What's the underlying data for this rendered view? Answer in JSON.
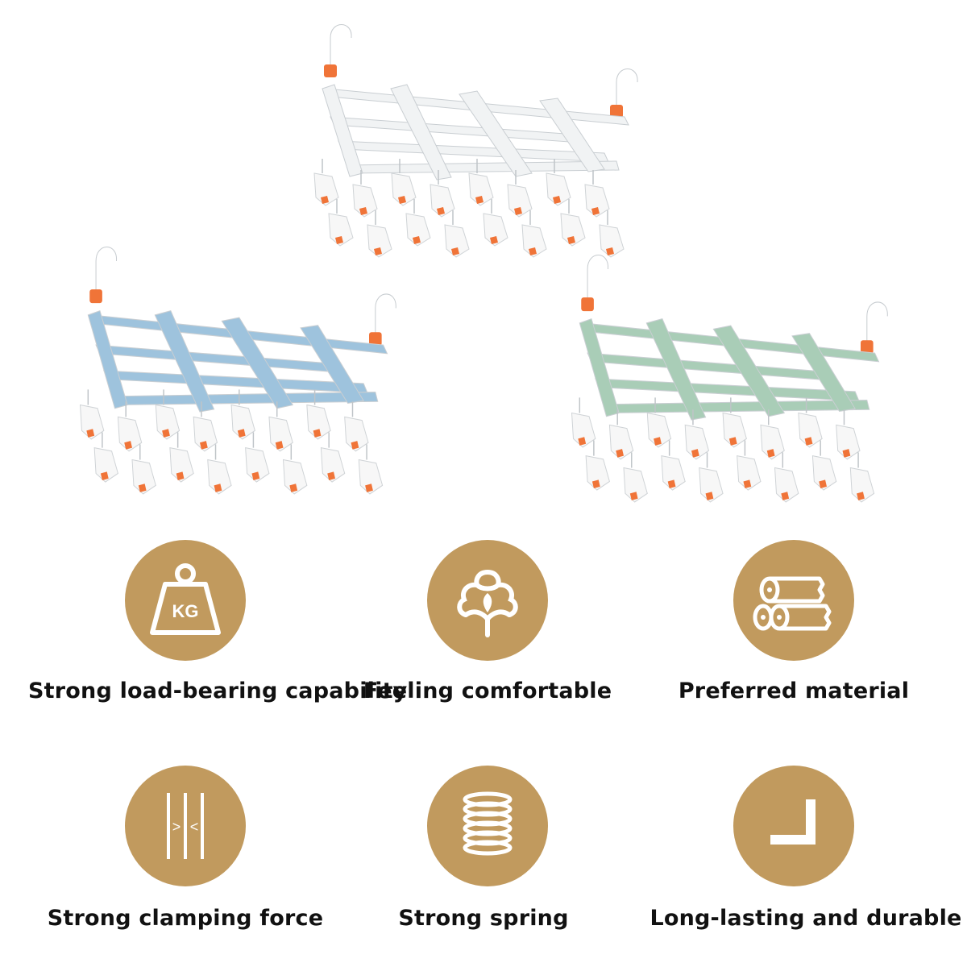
{
  "colors": {
    "icon_circle": "#c19a5e",
    "icon_stroke": "#ffffff",
    "rack_white": "#f1f3f4",
    "rack_blue": "#9ec3dd",
    "rack_green": "#a9cdb7",
    "accent_orange": "#f07438",
    "clip_white": "#f7f7f7"
  },
  "products": [
    {
      "name": "white-hanger",
      "color_key": "rack_white"
    },
    {
      "name": "blue-hanger",
      "color_key": "rack_blue"
    },
    {
      "name": "green-hanger",
      "color_key": "rack_green"
    }
  ],
  "features": [
    {
      "icon": "weight-kg-icon",
      "icon_text": "KG",
      "label": "Strong load-bearing capability"
    },
    {
      "icon": "cotton-icon",
      "label": "Feeling comfortable"
    },
    {
      "icon": "logs-icon",
      "label": "Preferred material"
    },
    {
      "icon": "clamp-icon",
      "icon_text_left": ">",
      "icon_text_right": "<",
      "label": "Strong clamping force"
    },
    {
      "icon": "spring-icon",
      "label": "Strong spring"
    },
    {
      "icon": "corner-icon",
      "label": "Long-lasting and durable"
    }
  ]
}
